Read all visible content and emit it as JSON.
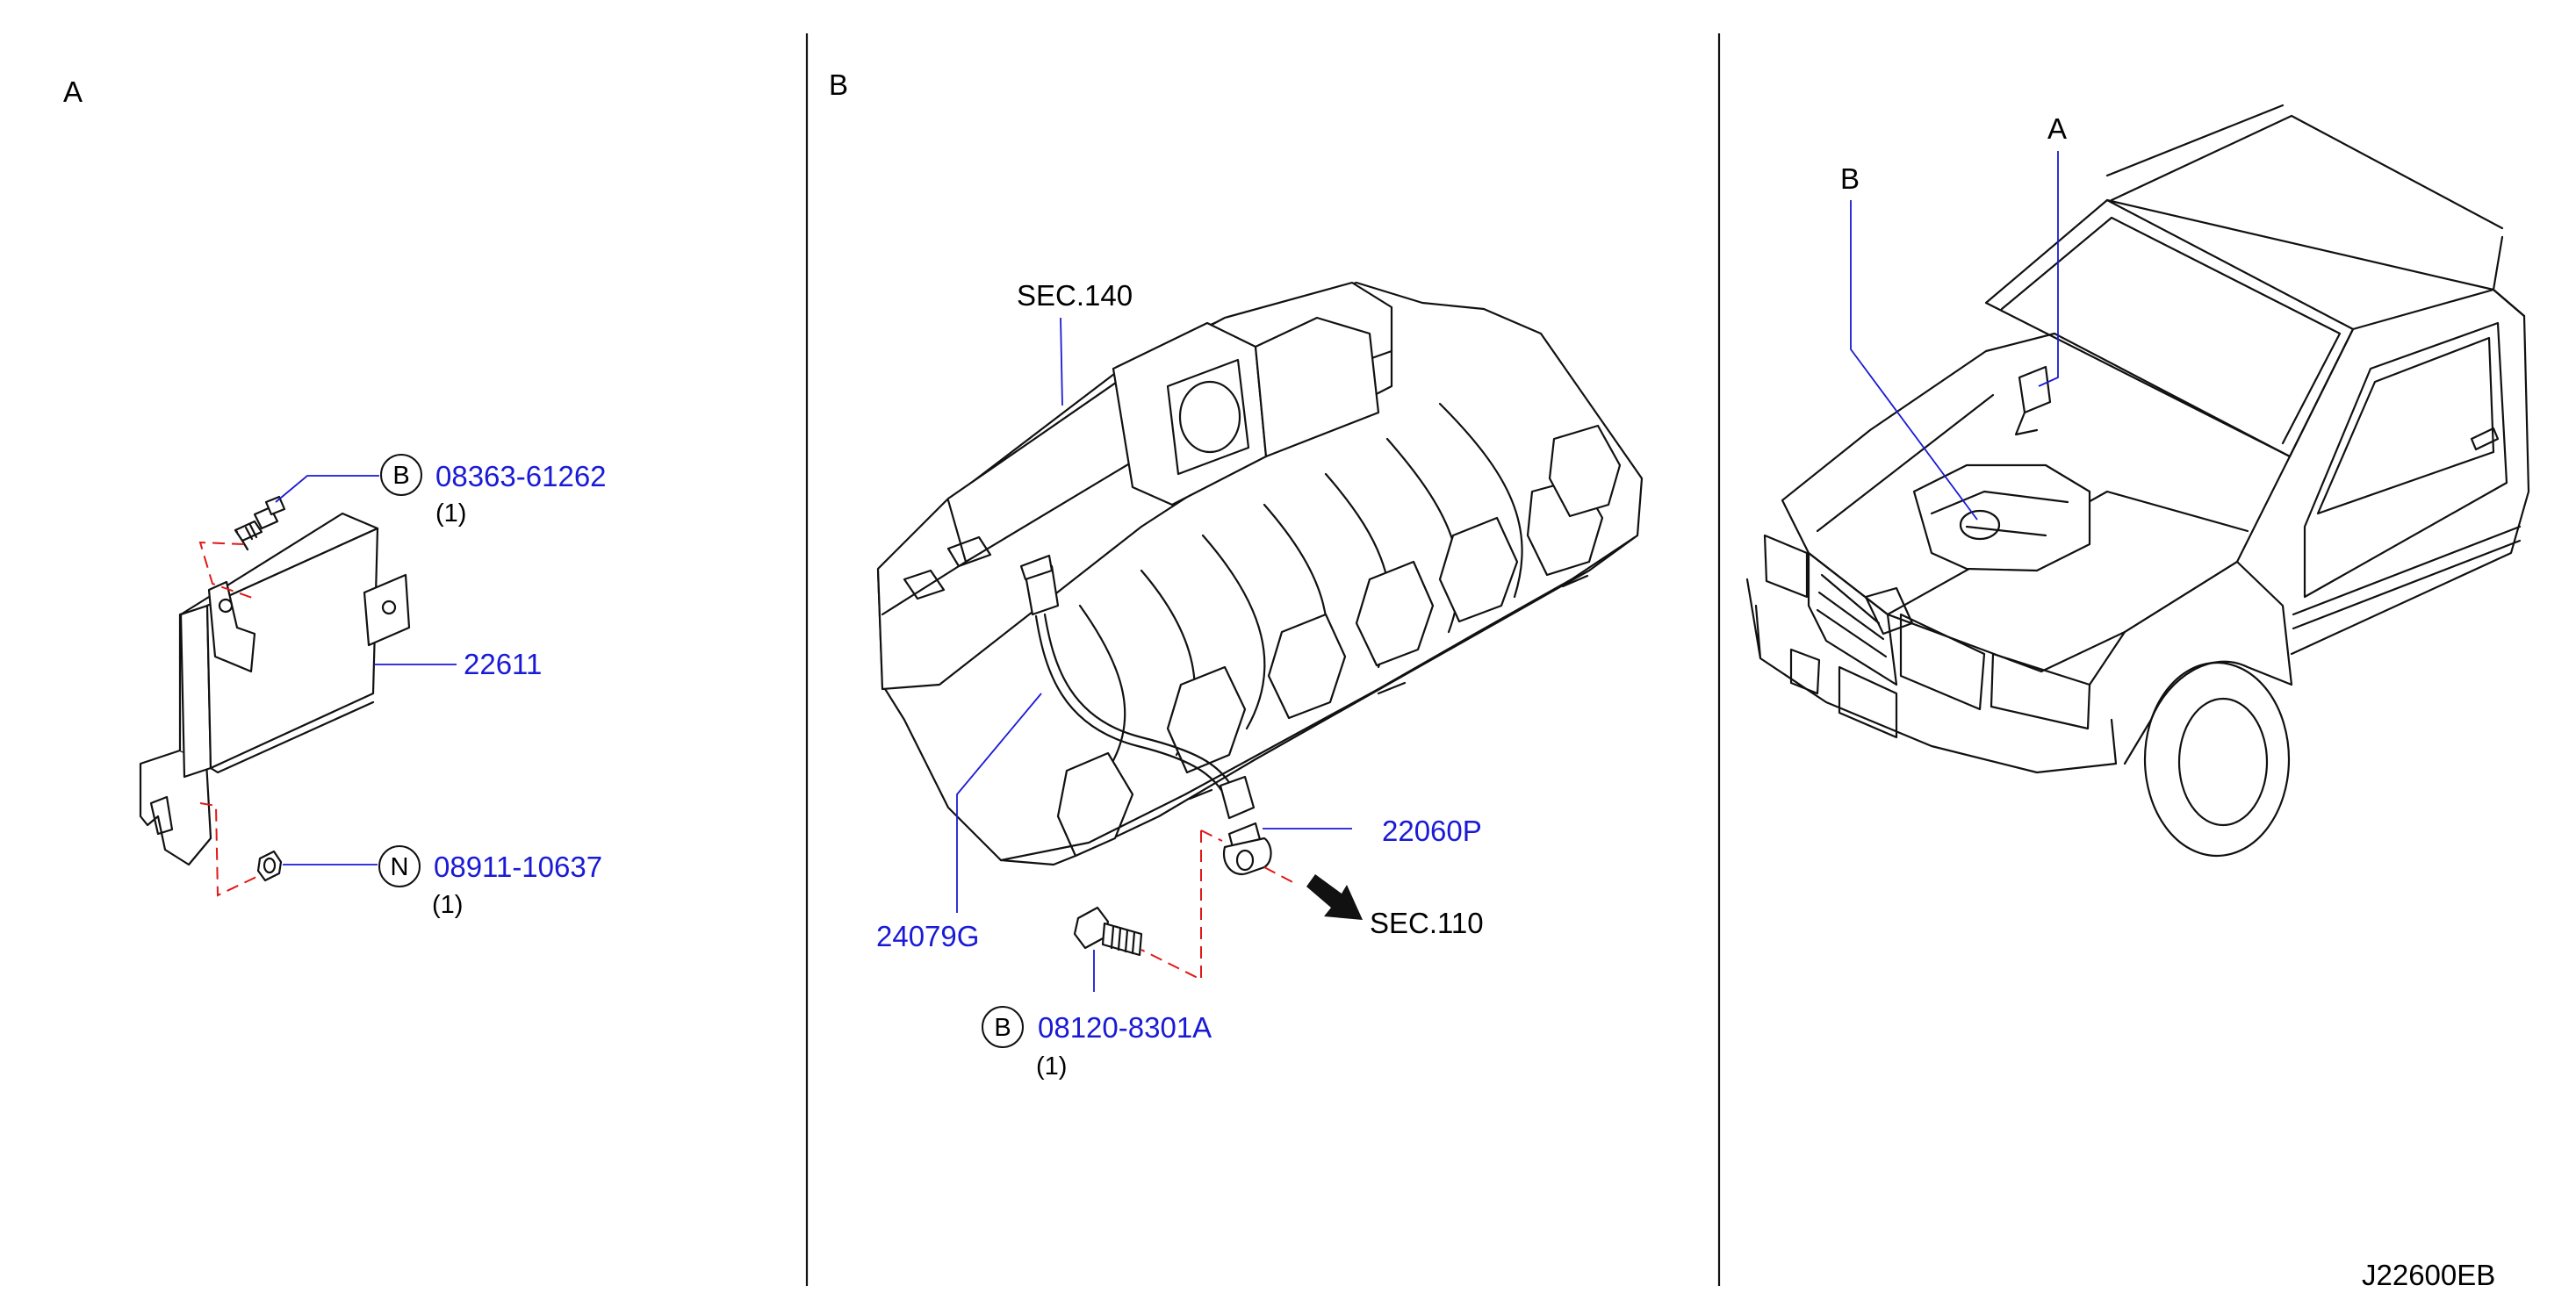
{
  "diagram": {
    "code": "J22600EB",
    "panels": {
      "a": {
        "title": "A",
        "parts": {
          "bolt": {
            "number": "08363-61262",
            "marker": "B",
            "qty": "(1)"
          },
          "ecu": {
            "number": "22611"
          },
          "nut": {
            "number": "08911-10637",
            "marker": "N",
            "qty": "(1)"
          }
        }
      },
      "b": {
        "title": "B",
        "sections": {
          "upper": "SEC.140",
          "arrow": "SEC.110"
        },
        "parts": {
          "harness": {
            "number": "24079G"
          },
          "sensor": {
            "number": "22060P"
          },
          "bolt": {
            "number": "08120-8301A",
            "marker": "B",
            "qty": "(1)"
          }
        }
      },
      "vehicle": {
        "callouts": {
          "a": "A",
          "b": "B"
        }
      }
    },
    "colors": {
      "part_number": "#1a1ad6",
      "leader": "#1a1ad6",
      "dash": "#e01818",
      "ink": "#111111"
    }
  }
}
